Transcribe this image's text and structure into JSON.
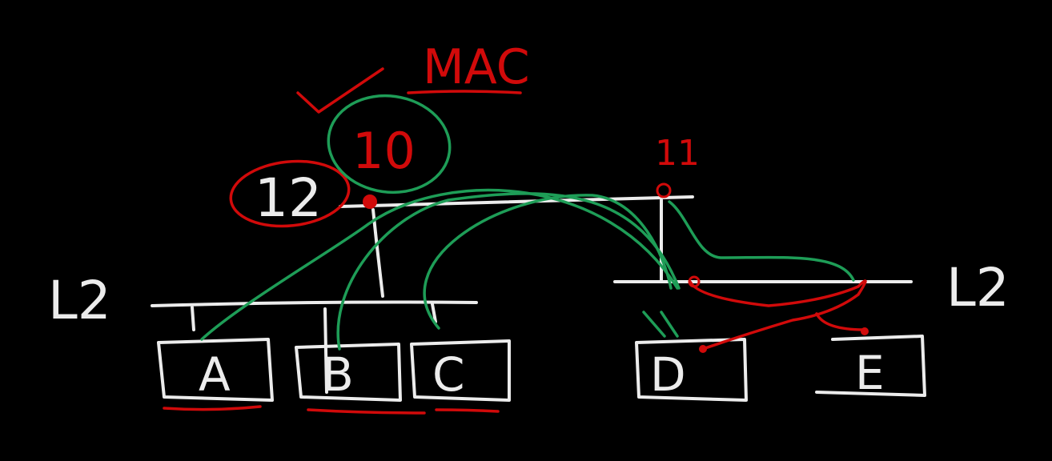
{
  "labels": {
    "mac": "MAC",
    "port_10": "10",
    "port_11": "11",
    "port_12": "12",
    "layer_left": "L2",
    "layer_right": "L2"
  },
  "hosts": [
    "A",
    "B",
    "C",
    "D",
    "E"
  ],
  "colors": {
    "background": "#000000",
    "chalk_white": "#ececec",
    "marker_red": "#d10a0a",
    "marker_green": "#1e9d57"
  }
}
